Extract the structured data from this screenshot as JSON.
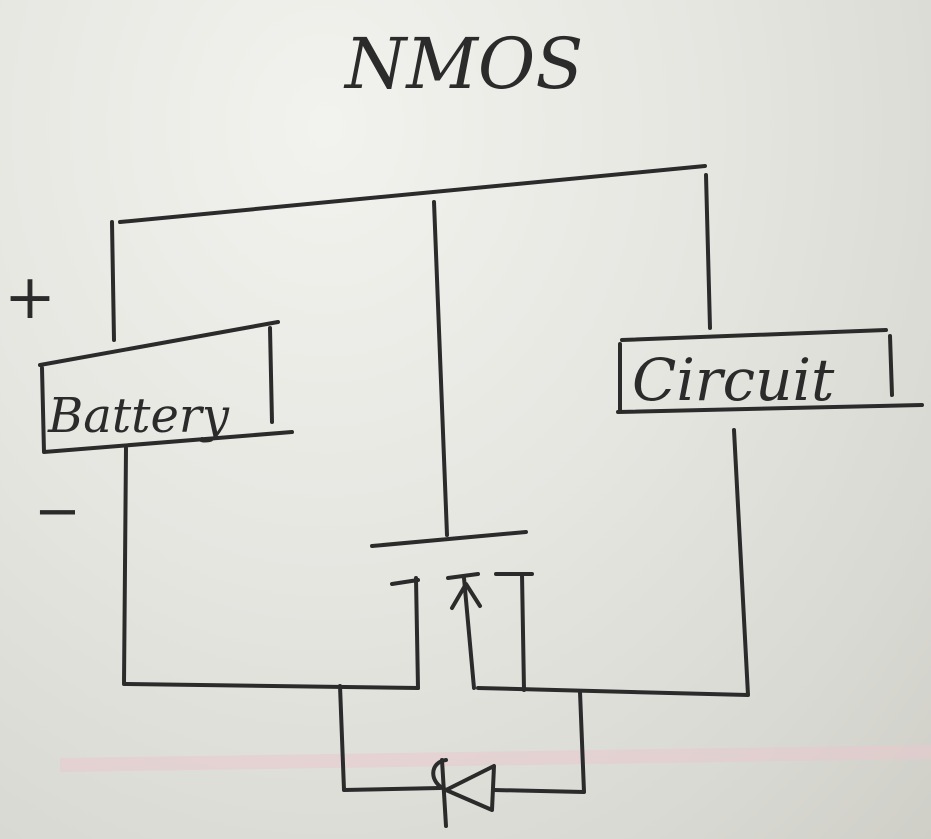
{
  "title": "NMOS",
  "labels": {
    "battery": "Battery",
    "circuit": "Circuit",
    "plus": "+",
    "minus": "−"
  },
  "colors": {
    "ink": "#2b2b2b",
    "paper": "#e8e8e3"
  }
}
